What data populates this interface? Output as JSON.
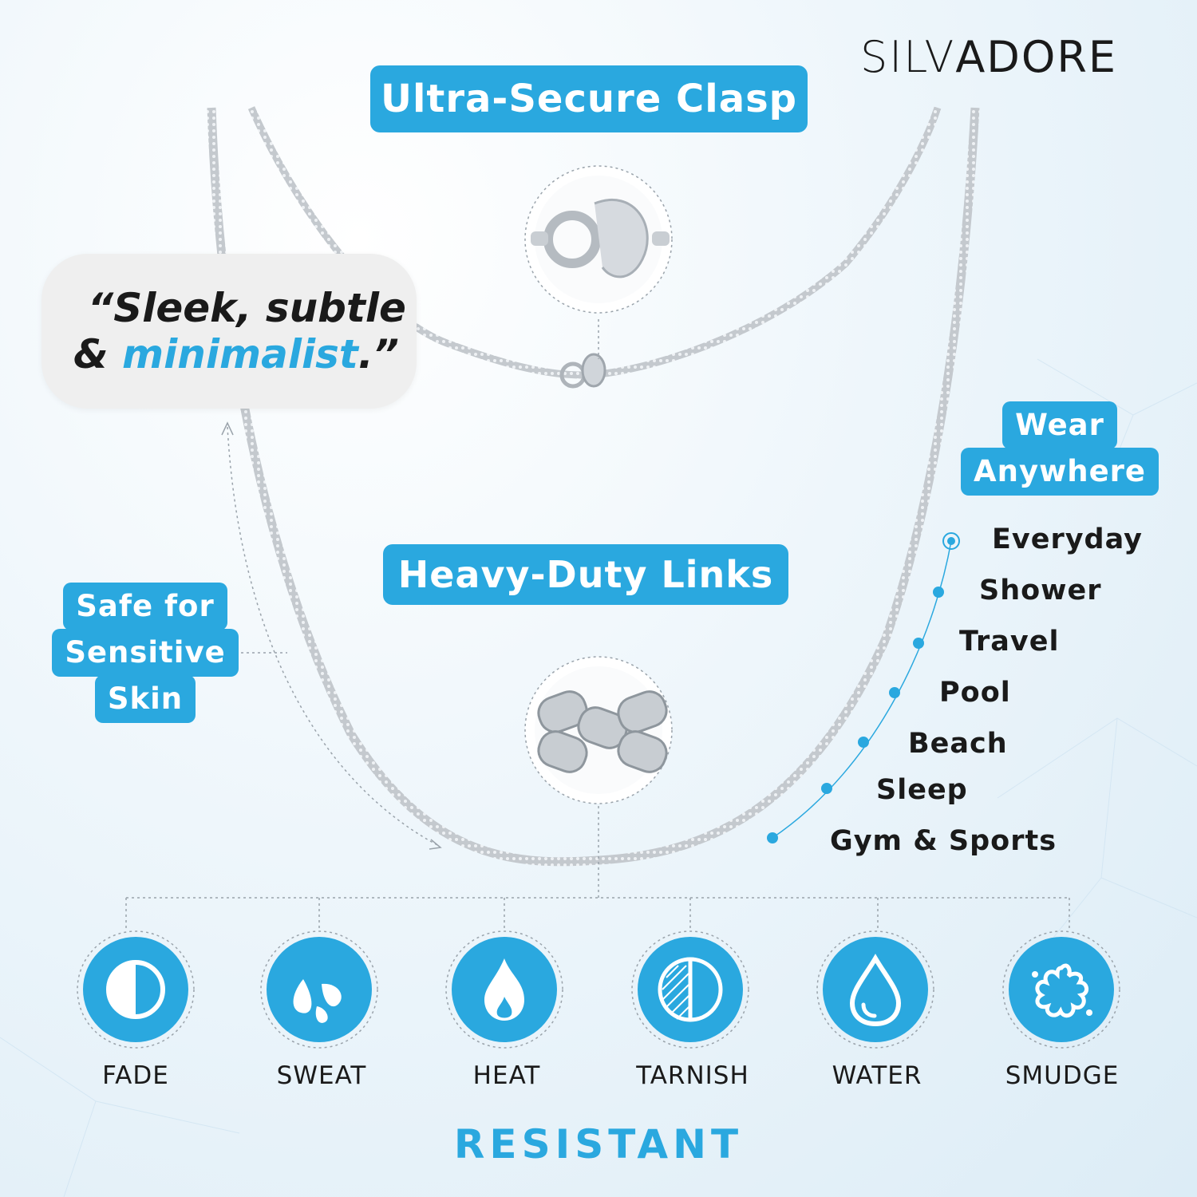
{
  "brand": {
    "name_part1": "SILV",
    "name_part2": "ADORE"
  },
  "tags": {
    "clasp": "Ultra-Secure Clasp",
    "links": "Heavy-Duty Links",
    "safe_lines": [
      "Safe for",
      "Sensitive",
      "Skin"
    ],
    "wear_lines": [
      "Wear",
      "Anywhere"
    ]
  },
  "quote": {
    "line1": "“Sleek, subtle",
    "line2_prefix": "& ",
    "line2_highlight": "minimalist",
    "line2_suffix": ".”"
  },
  "wear_items": [
    "Everyday",
    "Shower",
    "Travel",
    "Pool",
    "Beach",
    "Sleep",
    "Gym & Sports"
  ],
  "resistances": [
    {
      "label": "FADE",
      "icon": "half-circle-icon"
    },
    {
      "label": "SWEAT",
      "icon": "sweat-drops-icon"
    },
    {
      "label": "HEAT",
      "icon": "flame-icon"
    },
    {
      "label": "TARNISH",
      "icon": "tarnish-circle-icon"
    },
    {
      "label": "WATER",
      "icon": "water-drop-icon"
    },
    {
      "label": "SMUDGE",
      "icon": "splat-icon"
    }
  ],
  "resistant_label": "RESISTANT",
  "colors": {
    "accent": "#2aa8df",
    "text": "#1a1a1a",
    "chain": "#b9bec3"
  }
}
